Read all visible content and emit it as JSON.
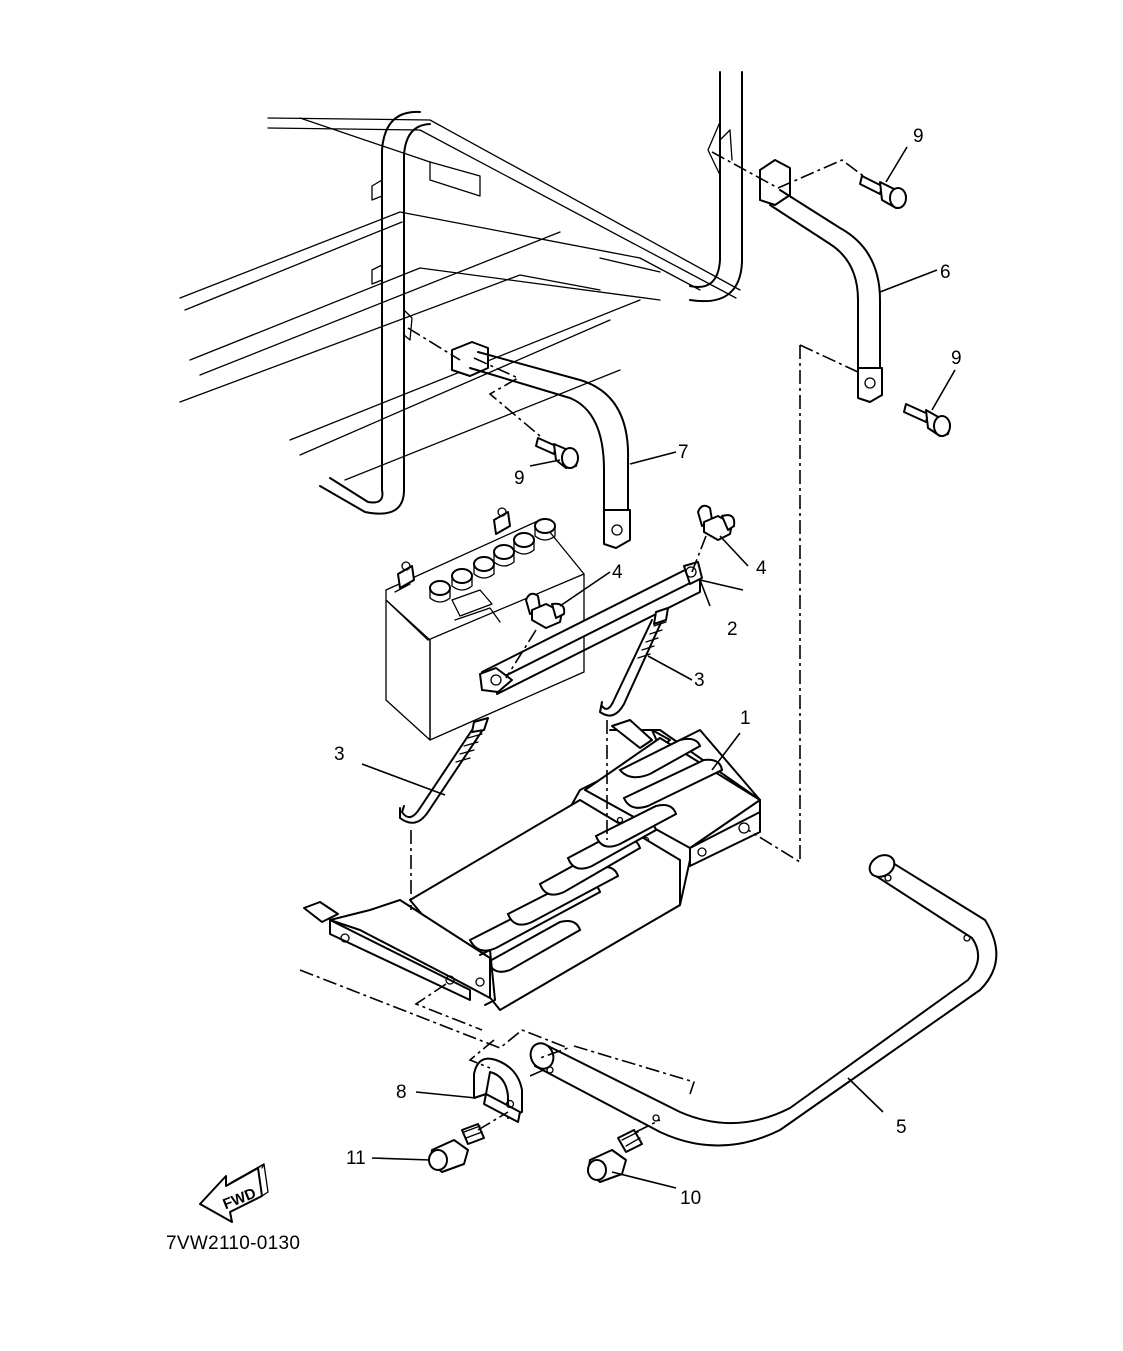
{
  "diagram_code": "7VW2110-0130",
  "direction_badge": "FWD",
  "callouts": {
    "c1": "1",
    "c2": "2",
    "c3a": "3",
    "c3b": "3",
    "c4a": "4",
    "c4b": "4",
    "c5": "5",
    "c6": "6",
    "c7": "7",
    "c8": "8",
    "c9a": "9",
    "c9b": "9",
    "c9c": "9",
    "c10": "10",
    "c11": "11"
  }
}
